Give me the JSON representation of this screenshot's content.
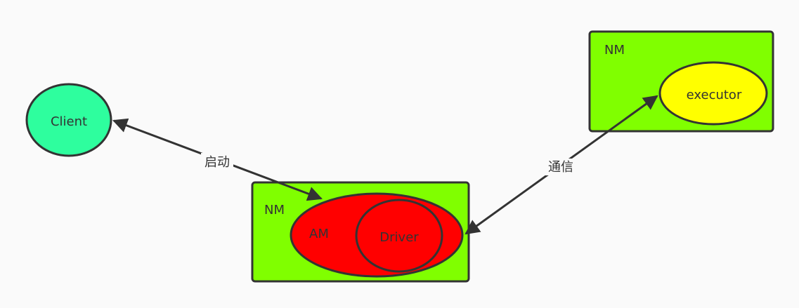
{
  "colors": {
    "background": "#fafafa",
    "stroke": "#333333",
    "client_fill": "#2efe9e",
    "node_manager_fill": "#80ff00",
    "am_fill": "#ff0000",
    "executor_fill": "#ffff00"
  },
  "nodes": {
    "client": {
      "label": "Client"
    },
    "node_manager_bottom": {
      "label": "NM"
    },
    "node_manager_top": {
      "label": "NM"
    },
    "application_master": {
      "label": "AM"
    },
    "driver": {
      "label": "Driver"
    },
    "executor": {
      "label": "executor"
    }
  },
  "edges": {
    "launch": {
      "label": "启动",
      "from": "Client",
      "to": "AM"
    },
    "communicate": {
      "label": "通信",
      "from": "Driver",
      "to": "executor"
    }
  }
}
